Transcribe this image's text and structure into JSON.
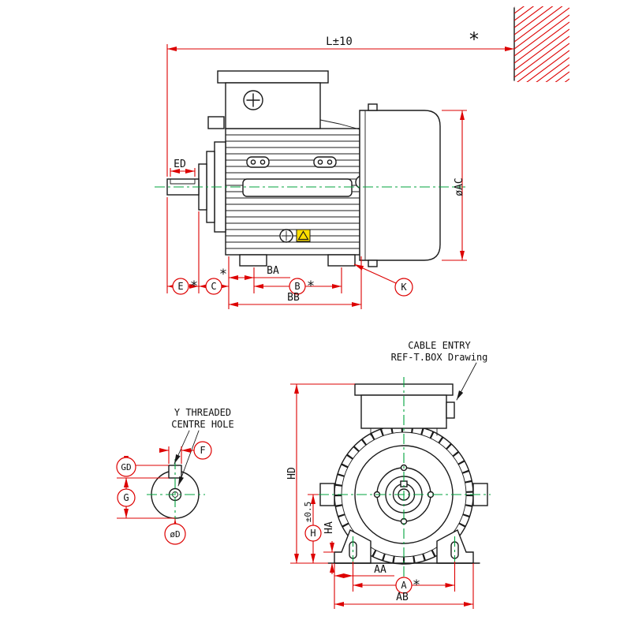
{
  "title": "Motor dimension drawing",
  "symbols": {
    "asterisk": "*"
  },
  "colors": {
    "line": "#1a1a1a",
    "dimension": "#dd0000",
    "centerline": "#00a33c",
    "warning": "#ffdf00",
    "paper": "#ffffff"
  },
  "side_view": {
    "dim_L": "L±10",
    "dim_ED": "ED",
    "dim_AC": "øAC",
    "dim_BA": "BA",
    "dim_BB": "BB",
    "balloons": {
      "E": "E",
      "C": "C",
      "B": "B",
      "K": "K"
    }
  },
  "shaft_detail": {
    "note1": "Y THREADED",
    "note2": "CENTRE HOLE",
    "balloons": {
      "GD": "GD",
      "F": "F",
      "G": "G",
      "D": "øD"
    }
  },
  "front_view": {
    "note1": "CABLE ENTRY",
    "note2": "REF-T.BOX Drawing",
    "dim_HD": "HD",
    "dim_H_tol": "±0.5",
    "dim_HA": "HA",
    "dim_AA": "AA",
    "dim_AB": "AB",
    "balloons": {
      "H": "H",
      "A": "A"
    }
  }
}
